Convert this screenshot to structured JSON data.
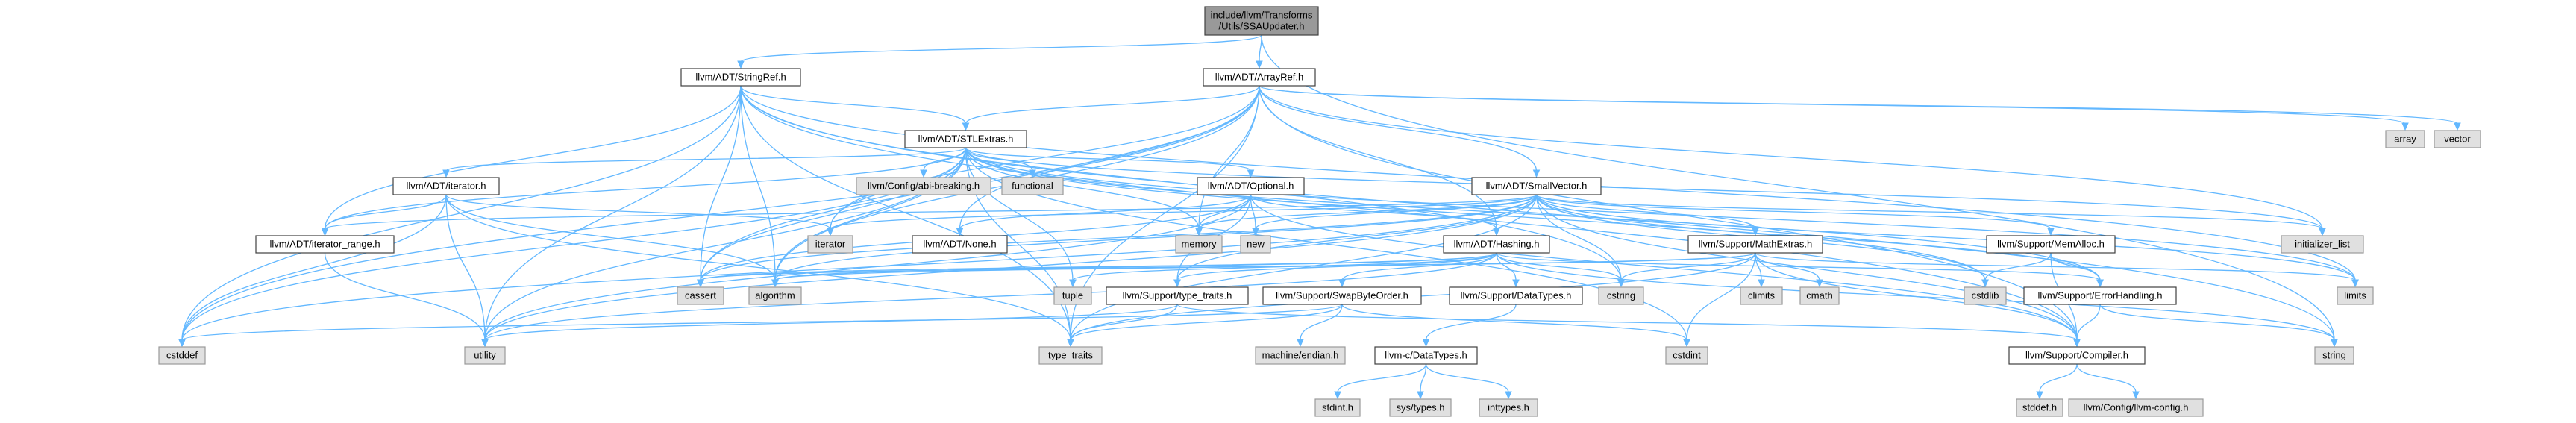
{
  "graph": {
    "root": "include/llvm/Transforms/Utils/SSAUpdater.h",
    "nodes": [
      {
        "id": "root",
        "lines": [
          "include/llvm/Transforms",
          "/Utils/SSAUpdater.h"
        ],
        "kind": "root"
      },
      {
        "id": "stringref",
        "lines": [
          "llvm/ADT/StringRef.h"
        ],
        "kind": "header"
      },
      {
        "id": "arrayref",
        "lines": [
          "llvm/ADT/ArrayRef.h"
        ],
        "kind": "header"
      },
      {
        "id": "stlextras",
        "lines": [
          "llvm/ADT/STLExtras.h"
        ],
        "kind": "header"
      },
      {
        "id": "array",
        "lines": [
          "array"
        ],
        "kind": "system"
      },
      {
        "id": "vector",
        "lines": [
          "vector"
        ],
        "kind": "system"
      },
      {
        "id": "iteratorh",
        "lines": [
          "llvm/ADT/iterator.h"
        ],
        "kind": "header"
      },
      {
        "id": "abibreaking",
        "lines": [
          "llvm/Config/abi-breaking.h"
        ],
        "kind": "system"
      },
      {
        "id": "functional",
        "lines": [
          "functional"
        ],
        "kind": "system"
      },
      {
        "id": "optional",
        "lines": [
          "llvm/ADT/Optional.h"
        ],
        "kind": "header"
      },
      {
        "id": "smallvector",
        "lines": [
          "llvm/ADT/SmallVector.h"
        ],
        "kind": "header"
      },
      {
        "id": "iteratorrange",
        "lines": [
          "llvm/ADT/iterator_range.h"
        ],
        "kind": "header"
      },
      {
        "id": "iterator",
        "lines": [
          "iterator"
        ],
        "kind": "system"
      },
      {
        "id": "noneh",
        "lines": [
          "llvm/ADT/None.h"
        ],
        "kind": "header"
      },
      {
        "id": "memory",
        "lines": [
          "memory"
        ],
        "kind": "system"
      },
      {
        "id": "new",
        "lines": [
          "new"
        ],
        "kind": "system"
      },
      {
        "id": "initlist",
        "lines": [
          "initializer_list"
        ],
        "kind": "system"
      },
      {
        "id": "hashing",
        "lines": [
          "llvm/ADT/Hashing.h"
        ],
        "kind": "header"
      },
      {
        "id": "mathextras",
        "lines": [
          "llvm/Support/MathExtras.h"
        ],
        "kind": "header"
      },
      {
        "id": "memalloc",
        "lines": [
          "llvm/Support/MemAlloc.h"
        ],
        "kind": "header"
      },
      {
        "id": "cassert",
        "lines": [
          "cassert"
        ],
        "kind": "system"
      },
      {
        "id": "algorithm",
        "lines": [
          "algorithm"
        ],
        "kind": "system"
      },
      {
        "id": "tuple",
        "lines": [
          "tuple"
        ],
        "kind": "system"
      },
      {
        "id": "typetraitsh",
        "lines": [
          "llvm/Support/type_traits.h"
        ],
        "kind": "header"
      },
      {
        "id": "swapbyteorder",
        "lines": [
          "llvm/Support/SwapByteOrder.h"
        ],
        "kind": "header"
      },
      {
        "id": "datatypesh",
        "lines": [
          "llvm/Support/DataTypes.h"
        ],
        "kind": "header"
      },
      {
        "id": "cstring",
        "lines": [
          "cstring"
        ],
        "kind": "system"
      },
      {
        "id": "climits",
        "lines": [
          "climits"
        ],
        "kind": "system"
      },
      {
        "id": "cmath",
        "lines": [
          "cmath"
        ],
        "kind": "system"
      },
      {
        "id": "cstdlib",
        "lines": [
          "cstdlib"
        ],
        "kind": "system"
      },
      {
        "id": "errorhandling",
        "lines": [
          "llvm/Support/ErrorHandling.h"
        ],
        "kind": "header"
      },
      {
        "id": "limits",
        "lines": [
          "limits"
        ],
        "kind": "system"
      },
      {
        "id": "cstddef",
        "lines": [
          "cstddef"
        ],
        "kind": "system"
      },
      {
        "id": "utility",
        "lines": [
          "utility"
        ],
        "kind": "system"
      },
      {
        "id": "typetraits",
        "lines": [
          "type_traits"
        ],
        "kind": "system"
      },
      {
        "id": "endian",
        "lines": [
          "machine/endian.h"
        ],
        "kind": "system"
      },
      {
        "id": "cdatatypes",
        "lines": [
          "llvm-c/DataTypes.h"
        ],
        "kind": "header"
      },
      {
        "id": "cstdint",
        "lines": [
          "cstdint"
        ],
        "kind": "system"
      },
      {
        "id": "compiler",
        "lines": [
          "llvm/Support/Compiler.h"
        ],
        "kind": "header"
      },
      {
        "id": "string",
        "lines": [
          "string"
        ],
        "kind": "system"
      },
      {
        "id": "stdinth",
        "lines": [
          "stdint.h"
        ],
        "kind": "system"
      },
      {
        "id": "systypes",
        "lines": [
          "sys/types.h"
        ],
        "kind": "system"
      },
      {
        "id": "inttypes",
        "lines": [
          "inttypes.h"
        ],
        "kind": "system"
      },
      {
        "id": "stddef",
        "lines": [
          "stddef.h"
        ],
        "kind": "system"
      },
      {
        "id": "llvmconfig",
        "lines": [
          "llvm/Config/llvm-config.h"
        ],
        "kind": "system"
      }
    ],
    "edges": [
      [
        "root",
        "stringref"
      ],
      [
        "root",
        "arrayref"
      ],
      [
        "root",
        "string"
      ],
      [
        "stringref",
        "stlextras"
      ],
      [
        "stringref",
        "iteratorrange"
      ],
      [
        "stringref",
        "compiler"
      ],
      [
        "stringref",
        "algorithm"
      ],
      [
        "stringref",
        "cassert"
      ],
      [
        "stringref",
        "cstddef"
      ],
      [
        "stringref",
        "cstring"
      ],
      [
        "stringref",
        "limits"
      ],
      [
        "stringref",
        "string"
      ],
      [
        "stringref",
        "typetraits"
      ],
      [
        "stringref",
        "utility"
      ],
      [
        "arrayref",
        "hashing"
      ],
      [
        "arrayref",
        "noneh"
      ],
      [
        "arrayref",
        "smallvector"
      ],
      [
        "arrayref",
        "stlextras"
      ],
      [
        "arrayref",
        "compiler"
      ],
      [
        "arrayref",
        "algorithm"
      ],
      [
        "arrayref",
        "array"
      ],
      [
        "arrayref",
        "cassert"
      ],
      [
        "arrayref",
        "cstddef"
      ],
      [
        "arrayref",
        "initlist"
      ],
      [
        "arrayref",
        "iterator"
      ],
      [
        "arrayref",
        "memory"
      ],
      [
        "arrayref",
        "typetraits"
      ],
      [
        "arrayref",
        "vector"
      ],
      [
        "stlextras",
        "optional"
      ],
      [
        "stlextras",
        "iteratorh"
      ],
      [
        "stlextras",
        "iteratorrange"
      ],
      [
        "stlextras",
        "abibreaking"
      ],
      [
        "stlextras",
        "errorhandling"
      ],
      [
        "stlextras",
        "algorithm"
      ],
      [
        "stlextras",
        "cassert"
      ],
      [
        "stlextras",
        "cstddef"
      ],
      [
        "stlextras",
        "cstdint"
      ],
      [
        "stlextras",
        "cstdlib"
      ],
      [
        "stlextras",
        "functional"
      ],
      [
        "stlextras",
        "initlist"
      ],
      [
        "stlextras",
        "iterator"
      ],
      [
        "stlextras",
        "limits"
      ],
      [
        "stlextras",
        "memory"
      ],
      [
        "stlextras",
        "tuple"
      ],
      [
        "stlextras",
        "typetraits"
      ],
      [
        "stlextras",
        "utility"
      ],
      [
        "iteratorh",
        "iteratorrange"
      ],
      [
        "iteratorh",
        "algorithm"
      ],
      [
        "iteratorh",
        "cstddef"
      ],
      [
        "iteratorh",
        "iterator"
      ],
      [
        "iteratorh",
        "typetraits"
      ],
      [
        "iteratorh",
        "utility"
      ],
      [
        "iteratorrange",
        "utility"
      ],
      [
        "optional",
        "hashing"
      ],
      [
        "optional",
        "noneh"
      ],
      [
        "optional",
        "compiler"
      ],
      [
        "optional",
        "typetraitsh"
      ],
      [
        "optional",
        "cassert"
      ],
      [
        "optional",
        "memory"
      ],
      [
        "optional",
        "new"
      ],
      [
        "optional",
        "utility"
      ],
      [
        "smallvector",
        "iteratorrange"
      ],
      [
        "smallvector",
        "compiler"
      ],
      [
        "smallvector",
        "errorhandling"
      ],
      [
        "smallvector",
        "mathextras"
      ],
      [
        "smallvector",
        "memalloc"
      ],
      [
        "smallvector",
        "typetraitsh"
      ],
      [
        "smallvector",
        "algorithm"
      ],
      [
        "smallvector",
        "cassert"
      ],
      [
        "smallvector",
        "cstddef"
      ],
      [
        "smallvector",
        "cstdlib"
      ],
      [
        "smallvector",
        "cstring"
      ],
      [
        "smallvector",
        "initlist"
      ],
      [
        "smallvector",
        "iterator"
      ],
      [
        "smallvector",
        "limits"
      ],
      [
        "smallvector",
        "memory"
      ],
      [
        "smallvector",
        "new"
      ],
      [
        "smallvector",
        "typetraits"
      ],
      [
        "smallvector",
        "utility"
      ],
      [
        "hashing",
        "datatypesh"
      ],
      [
        "hashing",
        "errorhandling"
      ],
      [
        "hashing",
        "swapbyteorder"
      ],
      [
        "hashing",
        "typetraitsh"
      ],
      [
        "hashing",
        "algorithm"
      ],
      [
        "hashing",
        "cassert"
      ],
      [
        "hashing",
        "cstring"
      ],
      [
        "hashing",
        "string"
      ],
      [
        "hashing",
        "tuple"
      ],
      [
        "hashing",
        "utility"
      ],
      [
        "typetraitsh",
        "compiler"
      ],
      [
        "typetraitsh",
        "typetraits"
      ],
      [
        "typetraitsh",
        "utility"
      ],
      [
        "swapbyteorder",
        "cstddef"
      ],
      [
        "swapbyteorder",
        "cstdint"
      ],
      [
        "swapbyteorder",
        "typetraits"
      ],
      [
        "swapbyteorder",
        "endian"
      ],
      [
        "datatypesh",
        "cdatatypes"
      ],
      [
        "cdatatypes",
        "inttypes"
      ],
      [
        "cdatatypes",
        "stdinth"
      ],
      [
        "cdatatypes",
        "systypes"
      ],
      [
        "mathextras",
        "compiler"
      ],
      [
        "mathextras",
        "algorithm"
      ],
      [
        "mathextras",
        "cassert"
      ],
      [
        "mathextras",
        "climits"
      ],
      [
        "mathextras",
        "cmath"
      ],
      [
        "mathextras",
        "cstdint"
      ],
      [
        "mathextras",
        "cstring"
      ],
      [
        "mathextras",
        "limits"
      ],
      [
        "mathextras",
        "typetraits"
      ],
      [
        "memalloc",
        "compiler"
      ],
      [
        "memalloc",
        "errorhandling"
      ],
      [
        "memalloc",
        "cstdlib"
      ],
      [
        "errorhandling",
        "compiler"
      ],
      [
        "errorhandling",
        "string"
      ],
      [
        "compiler",
        "llvmconfig"
      ],
      [
        "compiler",
        "stddef"
      ]
    ]
  }
}
